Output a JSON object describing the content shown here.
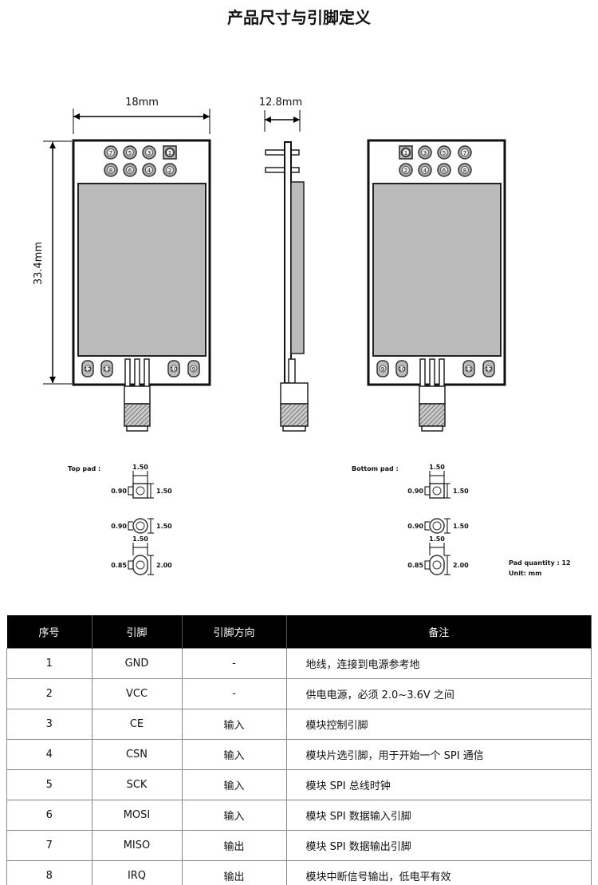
{
  "title": "产品尺寸与引脚定义",
  "dimensions": {
    "width": "18mm",
    "depth": "12.8mm",
    "height": "33.4mm"
  },
  "front_pins": {
    "top_row": [
      "7",
      "5",
      "3",
      "1"
    ],
    "bottom_row": [
      "8",
      "6",
      "4",
      "2"
    ],
    "bottom_pads": [
      "12",
      "11",
      "10",
      "9"
    ]
  },
  "back_pins": {
    "top_row": [
      "1",
      "3",
      "5",
      "7"
    ],
    "bottom_row": [
      "2",
      "4",
      "6",
      "8"
    ],
    "bottom_pads": [
      "9",
      "10",
      "11",
      "12"
    ]
  },
  "pads": {
    "top_label": "Top pad :",
    "bottom_label": "Bottom pad :",
    "pad1": {
      "top": "1.50",
      "left": "0.90",
      "right": "1.50"
    },
    "pad2": {
      "left": "0.90",
      "right": "1.50"
    },
    "pad3": {
      "top": "1.50",
      "left": "0.85",
      "right": "2.00"
    },
    "quantity": "Pad quantity : 12",
    "unit": "Unit:  mm"
  },
  "table": {
    "headers": [
      "序号",
      "引脚",
      "引脚方向",
      "备注"
    ],
    "rows": [
      [
        "1",
        "GND",
        "-",
        "地线，连接到电源参考地"
      ],
      [
        "2",
        "VCC",
        "-",
        "供电电源，必须 2.0~3.6V 之间"
      ],
      [
        "3",
        "CE",
        "输入",
        "模块控制引脚"
      ],
      [
        "4",
        "CSN",
        "输入",
        "模块片选引脚，用于开始一个 SPI 通信"
      ],
      [
        "5",
        "SCK",
        "输入",
        "模块 SPI 总线时钟"
      ],
      [
        "6",
        "MOSI",
        "输入",
        "模块 SPI 数据输入引脚"
      ],
      [
        "7",
        "MISO",
        "输出",
        "模块 SPI 数据输出引脚"
      ],
      [
        "8",
        "IRQ",
        "输出",
        "模块中断信号输出，低电平有效"
      ]
    ]
  }
}
